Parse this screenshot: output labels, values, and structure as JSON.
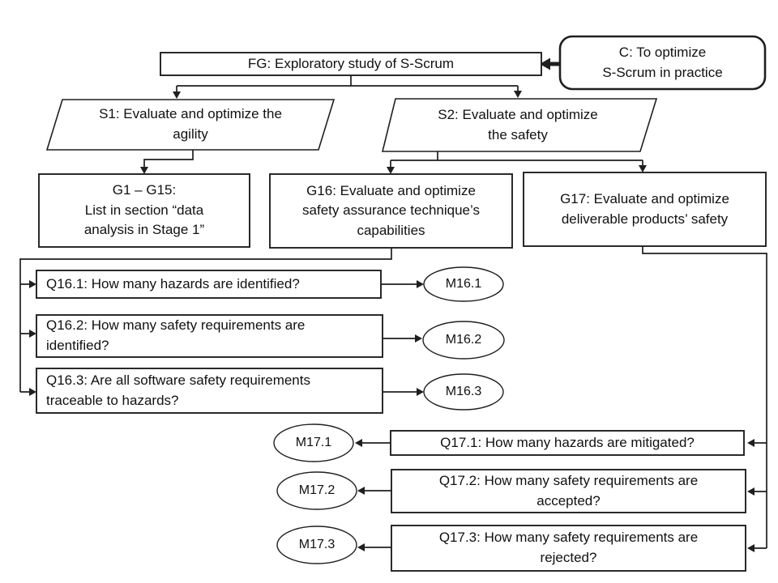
{
  "title": "GQM diagram: Exploratory study of S-Scrum",
  "colors": {
    "stroke": "#1f1f1f",
    "fill": "#ffffff",
    "text": "#111111",
    "background": "#ffffff"
  },
  "nodes": {
    "context": {
      "id": "C",
      "lines": [
        "C: To optimize",
        "S-Scrum in practice"
      ]
    },
    "focus_goal": {
      "id": "FG",
      "lines": [
        "FG: Exploratory study of S-Scrum"
      ]
    },
    "s1": {
      "id": "S1",
      "lines": [
        "S1: Evaluate and optimize the",
        "agility"
      ]
    },
    "s2": {
      "id": "S2",
      "lines": [
        "S2: Evaluate and optimize",
        "the safety"
      ]
    },
    "g1": {
      "id": "G1-G15",
      "lines": [
        "G1 – G15:",
        "List in section “data",
        "analysis in Stage 1”"
      ]
    },
    "g16": {
      "id": "G16",
      "lines": [
        "G16: Evaluate and optimize",
        "safety assurance technique’s",
        "capabilities"
      ]
    },
    "g17": {
      "id": "G17",
      "lines": [
        "G17: Evaluate and optimize",
        "deliverable products’ safety"
      ]
    },
    "q16_1": {
      "id": "Q16.1",
      "lines": [
        "Q16.1: How many hazards are identified?"
      ]
    },
    "q16_2": {
      "id": "Q16.2",
      "lines": [
        "Q16.2: How many safety requirements are",
        "identified?"
      ]
    },
    "q16_3": {
      "id": "Q16.3",
      "lines": [
        "Q16.3: Are all software safety requirements",
        "traceable to hazards?"
      ]
    },
    "m16_1": {
      "label": "M16.1"
    },
    "m16_2": {
      "label": "M16.2"
    },
    "m16_3": {
      "label": "M16.3"
    },
    "q17_1": {
      "id": "Q17.1",
      "lines": [
        "Q17.1: How many hazards are mitigated?"
      ]
    },
    "q17_2": {
      "id": "Q17.2",
      "lines": [
        "Q17.2: How many safety requirements are",
        "accepted?"
      ]
    },
    "q17_3": {
      "id": "Q17.3",
      "lines": [
        "Q17.3: How many safety requirements are",
        "rejected?"
      ]
    },
    "m17_1": {
      "label": "M17.1"
    },
    "m17_2": {
      "label": "M17.2"
    },
    "m17_3": {
      "label": "M17.3"
    }
  }
}
